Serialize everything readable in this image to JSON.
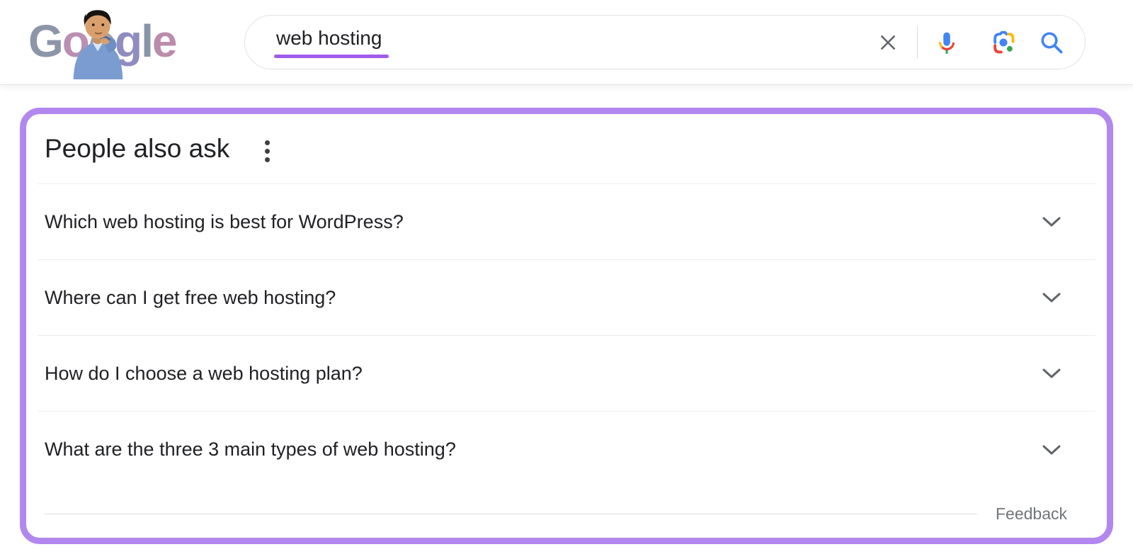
{
  "header": {
    "logo_letters": [
      "G",
      "o",
      "o",
      "g",
      "l",
      "e"
    ],
    "search": {
      "query": "web hosting"
    }
  },
  "icons": {
    "clear": "x-cross",
    "voice": "google-colored-microphone",
    "lens": "google-lens-camera",
    "search": "blue-magnifier",
    "more_options": "vertical-three-dots",
    "expand": "chevron-down"
  },
  "colors": {
    "highlight_purple": "#b287ef",
    "query_underline_purple": "#9f5ce8",
    "google_blue": "#4285f4",
    "google_red": "#ea4335",
    "google_yellow": "#fbbc05",
    "google_green": "#34a853",
    "text_dark": "#202124",
    "text_gray": "#70757a",
    "divider_gray": "#ececec"
  },
  "paa": {
    "title": "People also ask",
    "questions": [
      "Which web hosting is best for WordPress?",
      "Where can I get free web hosting?",
      "How do I choose a web hosting plan?",
      "What are the three 3 main types of web hosting?"
    ],
    "feedback_label": "Feedback"
  }
}
